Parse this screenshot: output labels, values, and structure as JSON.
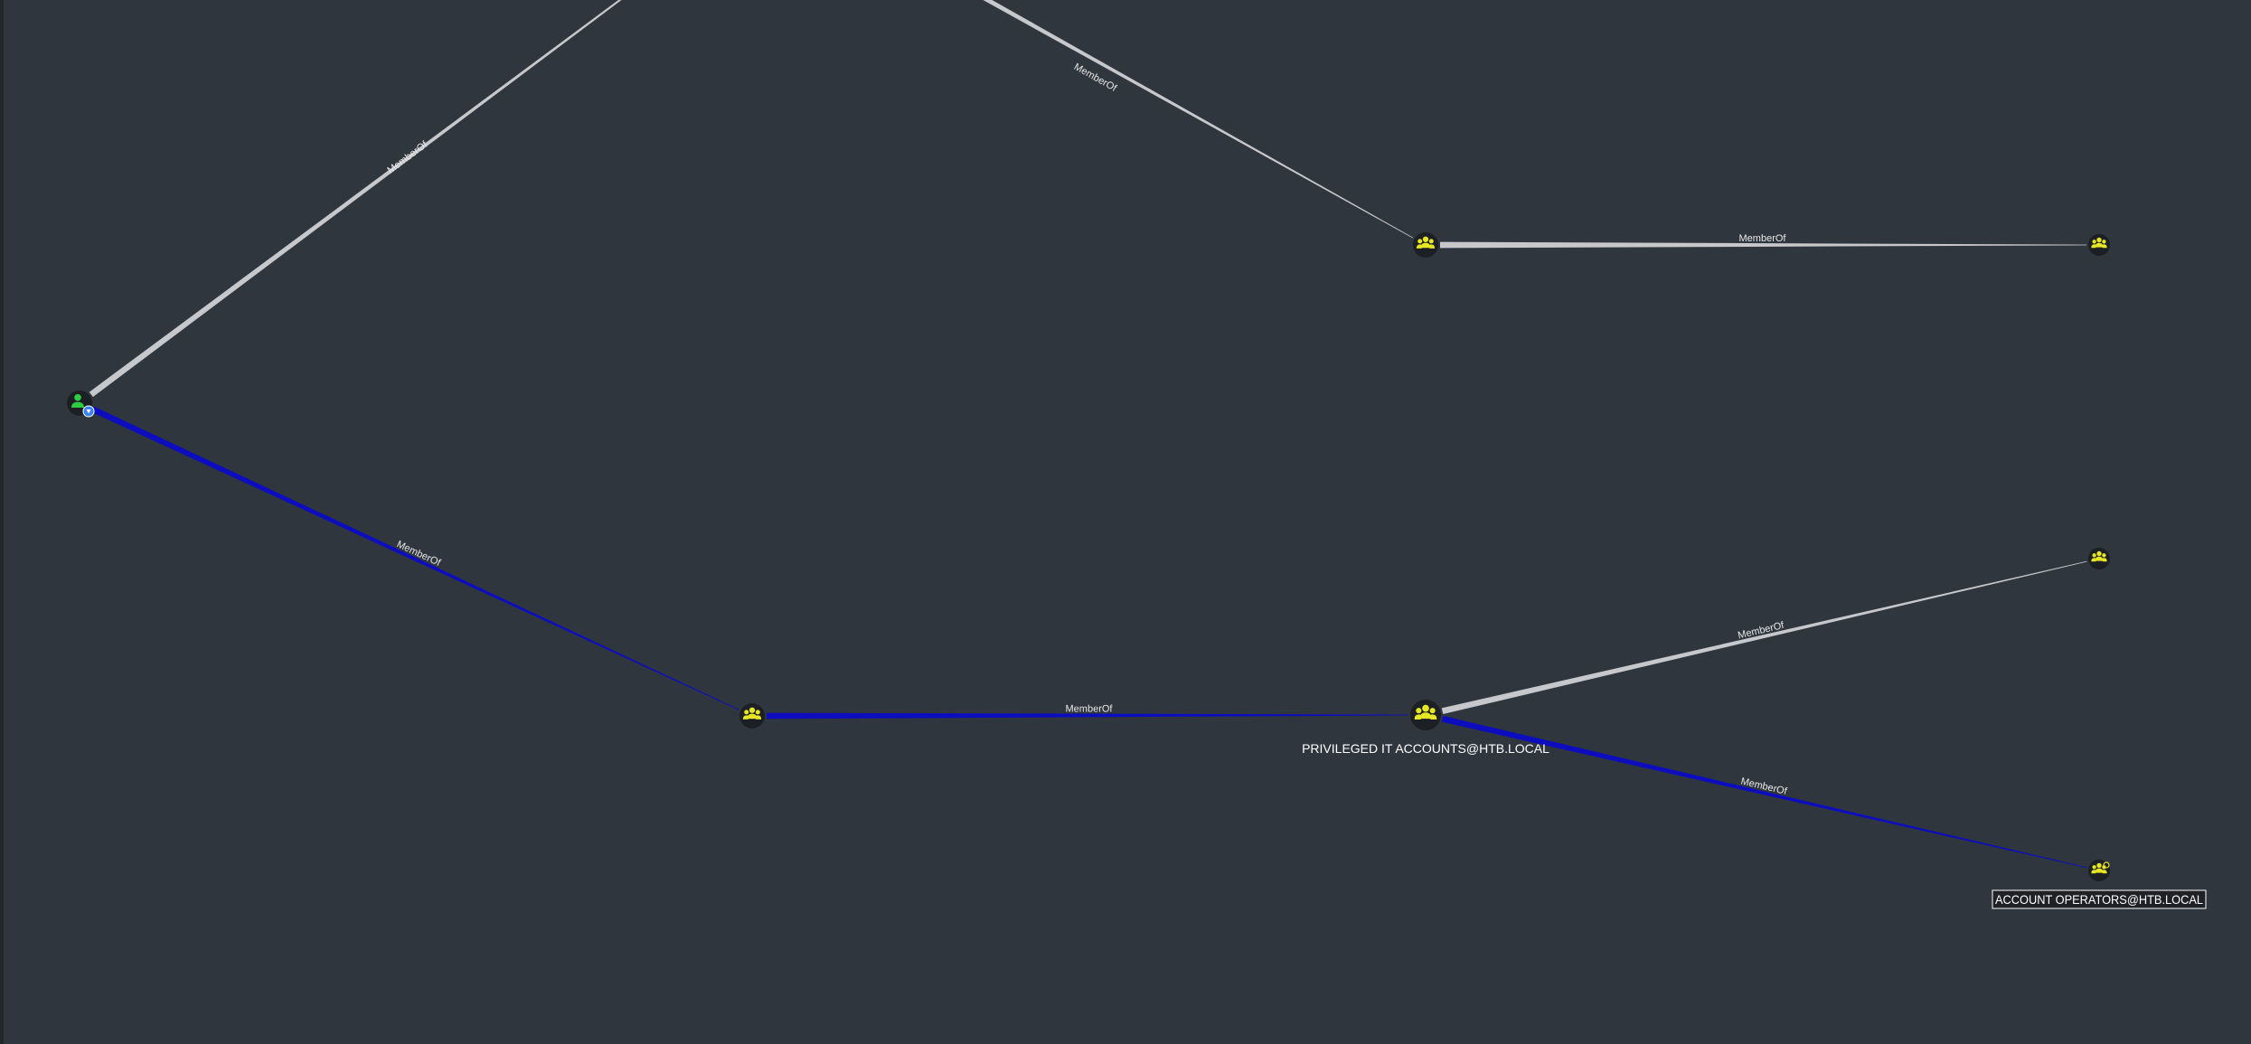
{
  "graph": {
    "edge_label": "MemberOf",
    "colors": {
      "background": "#2f363d",
      "edge_default": "#c7c8cc",
      "edge_highlight": "#0d0dc0",
      "group_icon": "#e6e624",
      "user_icon": "#2ecc40",
      "badge": "#3b82f6",
      "node_bg": "#1c1f23"
    },
    "nodes": [
      {
        "id": "user-node",
        "type": "user",
        "label": ""
      },
      {
        "id": "group-top-hidden",
        "type": "group",
        "label": ""
      },
      {
        "id": "group-top-middle",
        "type": "group",
        "label": ""
      },
      {
        "id": "group-top-right",
        "type": "group",
        "label": ""
      },
      {
        "id": "group-bottom-left",
        "type": "group",
        "label": ""
      },
      {
        "id": "group-privileged-it",
        "type": "group",
        "label": "PRIVILEGED IT ACCOUNTS@HTB.LOCAL"
      },
      {
        "id": "group-right-middle",
        "type": "group",
        "label": ""
      },
      {
        "id": "group-account-operators",
        "type": "group",
        "label": "ACCOUNT OPERATORS@HTB.LOCAL"
      }
    ],
    "edges": [
      {
        "from": "user-node",
        "to": "group-top-hidden",
        "label": "MemberOf",
        "highlight": false
      },
      {
        "from": "group-top-hidden",
        "to": "group-top-middle",
        "label": "MemberOf",
        "highlight": false
      },
      {
        "from": "group-top-middle",
        "to": "group-top-right",
        "label": "MemberOf",
        "highlight": false
      },
      {
        "from": "user-node",
        "to": "group-bottom-left",
        "label": "MemberOf",
        "highlight": true
      },
      {
        "from": "group-bottom-left",
        "to": "group-privileged-it",
        "label": "MemberOf",
        "highlight": true
      },
      {
        "from": "group-privileged-it",
        "to": "group-right-middle",
        "label": "MemberOf",
        "highlight": false
      },
      {
        "from": "group-privileged-it",
        "to": "group-account-operators",
        "label": "MemberOf",
        "highlight": true
      }
    ]
  }
}
